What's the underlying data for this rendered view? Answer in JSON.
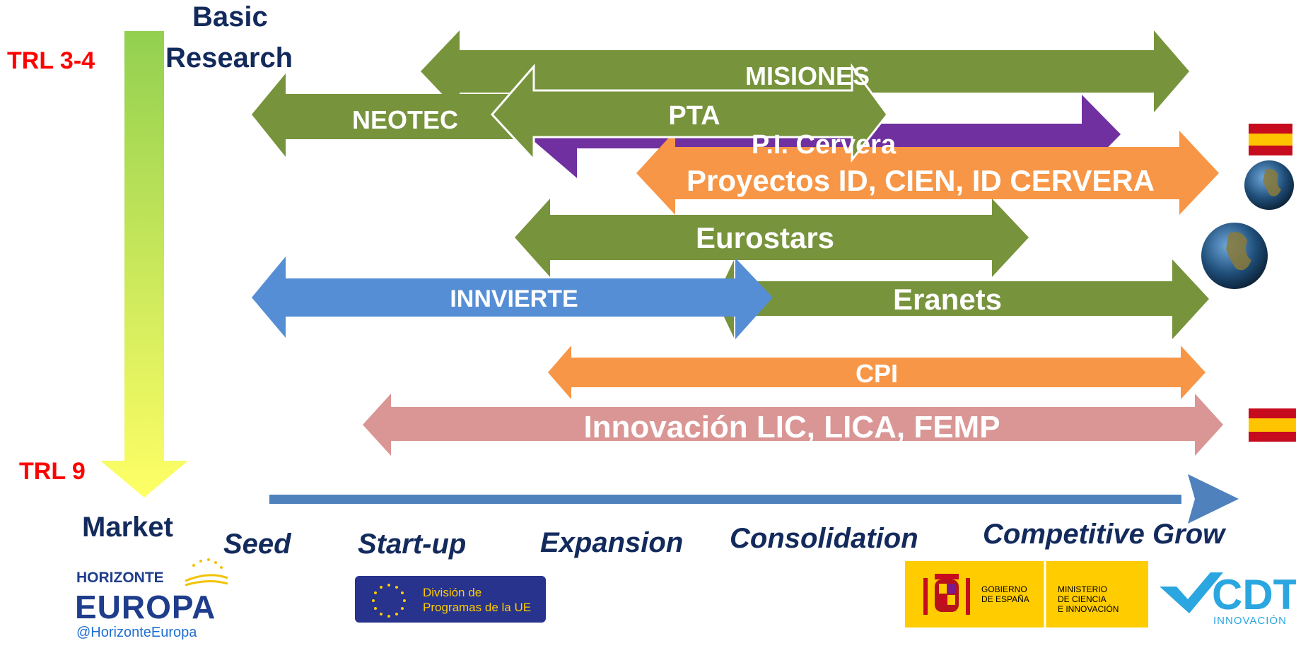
{
  "axis": {
    "top_label_line1": "Basic",
    "top_label_line2": "Research",
    "bottom_label": "Market",
    "trl_top": "TRL 3-4",
    "trl_bottom": "TRL 9"
  },
  "stages": [
    "Seed",
    "Start-up",
    "Expansion",
    "Consolidation",
    "Competitive Grow"
  ],
  "programs": {
    "misiones": "MISIONES",
    "neotec": "NEOTEC",
    "pta": "PTA",
    "cervera": "P.I. Cervera",
    "proyectos": "Proyectos ID, CIEN, ID CERVERA",
    "eurostars": "Eurostars",
    "innvierte": "INNVIERTE",
    "eranets": "Eranets",
    "cpi": "CPI",
    "innovacion": "Innovación LIC, LICA, FEMP"
  },
  "logos": {
    "horizonte_line1": "HORIZONTE",
    "horizonte_line2": "EUROPA",
    "horizonte_handle": "@HorizonteEuropa",
    "eu_division_line1": "División de",
    "eu_division_line2": "Programas de la UE",
    "gobierno_line1": "GOBIERNO",
    "gobierno_line2": "DE ESPAÑA",
    "ministerio_line1": "MINISTERIO",
    "ministerio_line2": "DE CIENCIA",
    "ministerio_line3": "E INNOVACIÓN",
    "cdti_name": "CDTI",
    "cdti_sub": "INNOVACIÓN"
  },
  "colors": {
    "green": "#77933c",
    "purple": "#7030a0",
    "orange": "#f79646",
    "blue": "#558ed5",
    "pink": "#d99694",
    "axis_blue": "#4f81bd",
    "navy": "#132a5c",
    "red": "#ff0000"
  }
}
